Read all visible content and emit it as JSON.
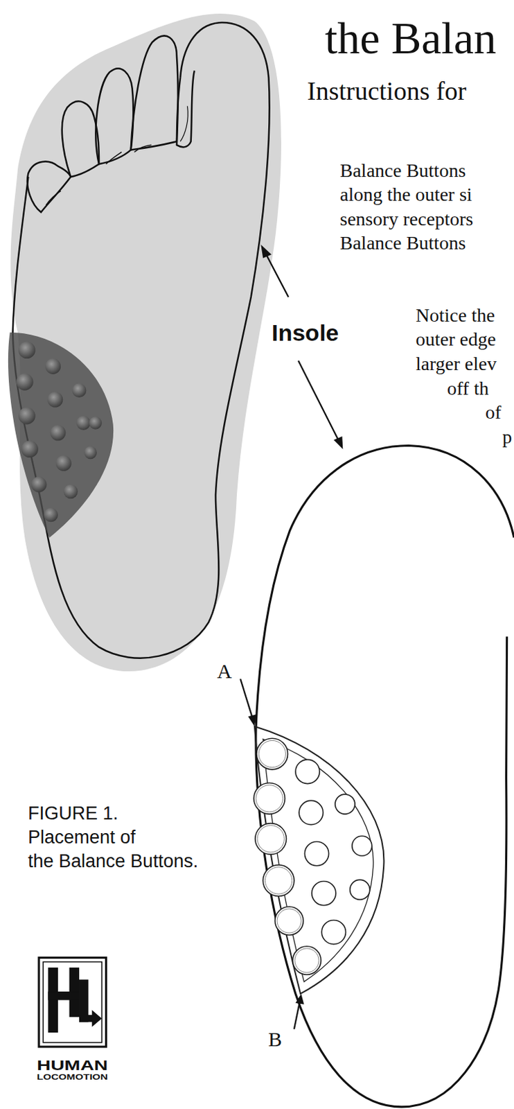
{
  "diagram": {
    "title": "the Balan",
    "caption": "FIGURE 1. Placement of the Balance Buttons.",
    "labels": [
      "Instructions for",
      "Balance Buttons",
      "along the outer si",
      "sensory receptors",
      "Balance Buttons",
      "Notice the",
      "outer edge",
      "larger elev",
      "off th",
      "of",
      "p",
      "Insole",
      "A",
      "B",
      "HUMAN",
      "LOCOMOTION"
    ]
  }
}
